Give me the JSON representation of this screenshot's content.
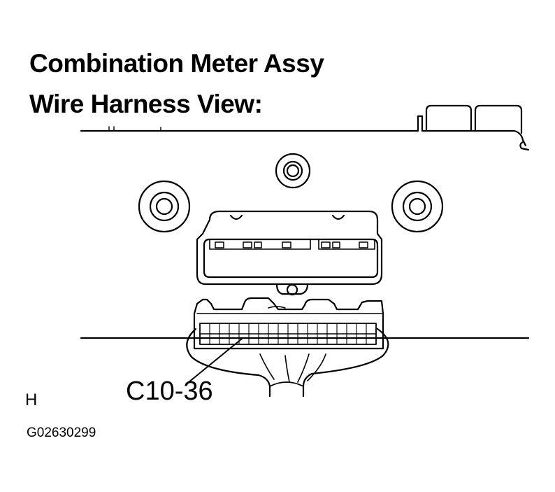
{
  "title_line1": "Combination Meter Assy",
  "title_line2": "Wire Harness View:",
  "connector_label": "C10-36",
  "side_mark": "H",
  "figure_id": "G02630299",
  "colors": {
    "ink": "#000000",
    "paper": "#ffffff"
  }
}
